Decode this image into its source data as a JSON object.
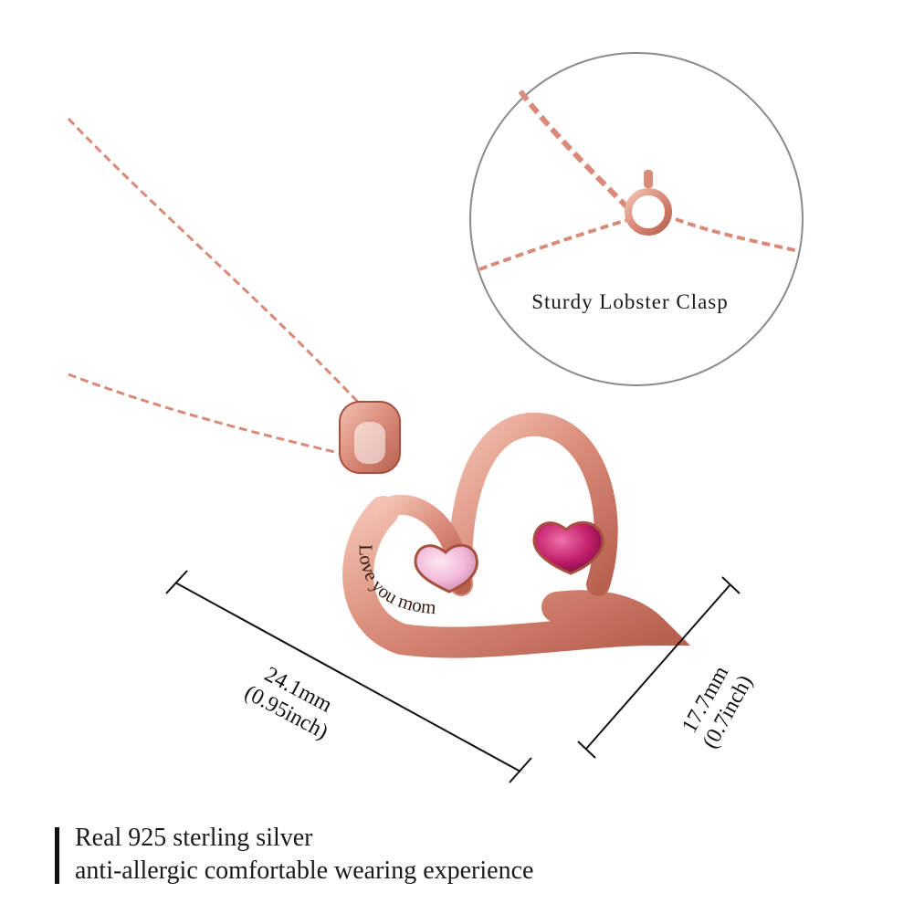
{
  "clasp_inset": {
    "label": "Sturdy Lobster Clasp"
  },
  "pendant": {
    "engraving": "Love you mom"
  },
  "dimensions": {
    "width_mm": "24.1mm",
    "width_inch": "(0.95inch)",
    "height_mm": "17.7mm",
    "height_inch": "(0.7inch)"
  },
  "features": {
    "line1": "Real 925 sterling silver",
    "line2": "anti-allergic comfortable wearing experience"
  },
  "colors": {
    "rose_gold": "#d98a78",
    "stone_pink": "#f2b8d8",
    "stone_magenta": "#c21e6a"
  }
}
